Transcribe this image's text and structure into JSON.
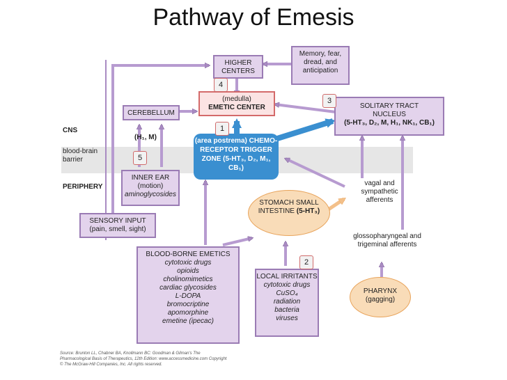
{
  "title": "Pathway of Emesis",
  "labels": {
    "cns": "CNS",
    "bbb": "blood-brain barrier",
    "periphery": "PERIPHERY"
  },
  "higher_centers": "HIGHER CENTERS",
  "memory": "Memory, fear, dread, and anticipation",
  "emetic_center": {
    "line1": "(medulla)",
    "line2": "EMETIC CENTER"
  },
  "cerebellum": "CEREBELLUM",
  "h1m": "(H₁,   M)",
  "solitary": {
    "line1": "SOLITARY TRACT",
    "line2": "NUCLEUS",
    "line3": "(5-HT₃, D₂, M, H₁, NK₁, CB₁)"
  },
  "ctz": {
    "line1": "(area postrema)",
    "line2": "CHEMO-RECEPTOR",
    "line3": "TRIGGER ZONE",
    "line4": "(5-HT₃, D₂, M₁, CB₁)"
  },
  "inner_ear": {
    "line1": "INNER EAR",
    "line2": "(motion)",
    "line3": "aminoglycosides"
  },
  "sensory": {
    "line1": "SENSORY INPUT",
    "line2": "(pain, smell, sight)"
  },
  "stomach": {
    "line1": "STOMACH",
    "line2": "SMALL INTESTINE",
    "line3": "(5-HT₃)"
  },
  "vagal": "vagal and sympathetic afferents",
  "glosso": "glossopharyngeal and trigeminal afferents",
  "bloodborne": {
    "header": "BLOOD-BORNE EMETICS",
    "items": [
      "cytotoxic drugs",
      "opioids",
      "cholinomimetics",
      "cardiac glycosides",
      "L-DOPA",
      "bromocriptine",
      "apomorphine",
      "emetine (ipecac)"
    ]
  },
  "local": {
    "header": "LOCAL IRRITANTS",
    "items": [
      "cytotoxic drugs",
      "CuSO₄",
      "radiation",
      "bacteria",
      "viruses"
    ]
  },
  "pharynx": {
    "line1": "PHARYNX",
    "line2": "(gagging)"
  },
  "badges": [
    "1",
    "2",
    "3",
    "4",
    "5"
  ],
  "source": "Source: Brunton LL, Chabner BA, Knollmann BC: Goodman & Gilman's The Pharmacological Basis of Therapeutics, 12th Edition: www.accessmedicine.com Copyright © The McGraw-Hill Companies, Inc. All rights reserved.",
  "colors": {
    "box_fill": "#e3d3ec",
    "box_border": "#9a7bb4",
    "ctz": "#3a8fd0",
    "stomach": "#f9dcb8",
    "band": "#e6e6e6"
  }
}
